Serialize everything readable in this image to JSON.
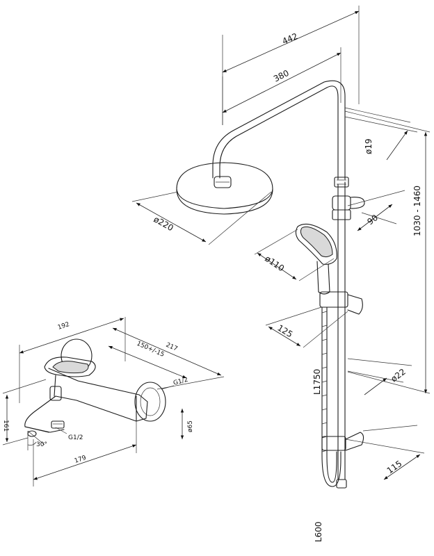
{
  "dimensions": {
    "d442": "442",
    "d380": "380",
    "d19": "ø19",
    "d220": "ø220",
    "d90": "90",
    "d1030": "1030 - 1460",
    "d110": "ø110",
    "d125": "125",
    "d22": "ø22",
    "dL1750": "L1750",
    "d115": "115",
    "dL600": "L600",
    "d192": "192",
    "d217": "217",
    "d150": "150+/-15",
    "dG12a": "G1/2",
    "d161": "161",
    "d65": "ø65",
    "dG12b": "G1/2",
    "d30": "30°",
    "d179": "179"
  }
}
